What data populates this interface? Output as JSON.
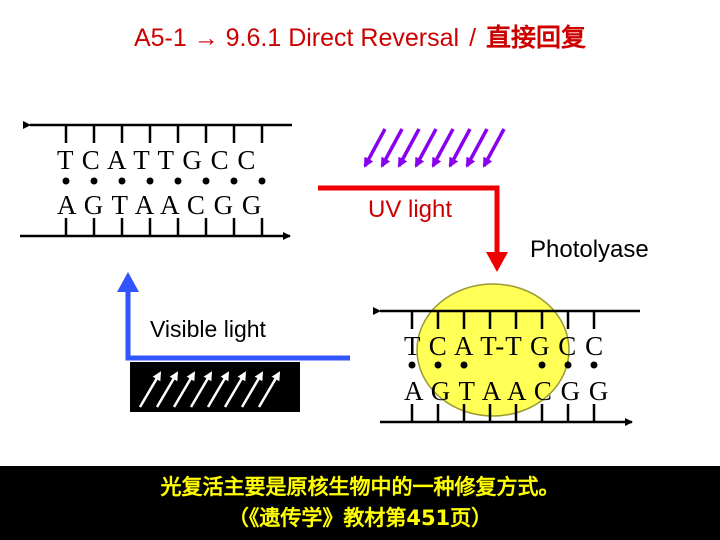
{
  "title": {
    "main": "A5-1 → 9.6.1  Direct Reversal",
    "separator": "/",
    "chinese": "直接回复"
  },
  "labels": {
    "uv_light": "UV light",
    "photolyase": "Photolyase",
    "visible_light": "Visible light"
  },
  "dna_before": {
    "top_strand": "T C A T T G C C",
    "bottom_strand": "A G T A A C G G"
  },
  "dna_repair": {
    "top_strand": "T C A T-T G C C",
    "bottom_strand": "A G T A A C G G"
  },
  "footer": {
    "line1": "光复活主要是原核生物中的一种修复方式。",
    "line2": "（《遗传学》教材第451页）"
  },
  "colors": {
    "title": "#cc0000",
    "uv_arrows": "#8800ee",
    "red_arrow": "#ee0000",
    "blue_arrow": "#3355ff",
    "photolyase_blob": "#ffff55",
    "footer_bg": "#000000",
    "footer_text": "#ffff00"
  }
}
